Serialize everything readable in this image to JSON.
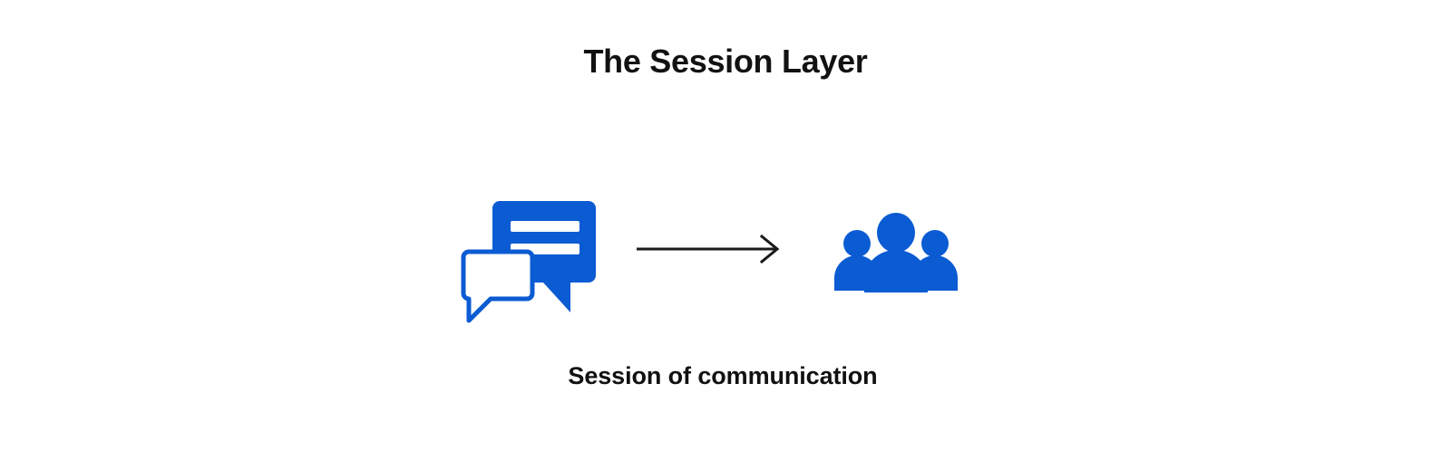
{
  "slide": {
    "background_color": "#ffffff",
    "title": "The Session Layer",
    "caption": "Session of communication"
  },
  "theme": {
    "accent_blue": "#0B5BD3",
    "title_color": "#121212",
    "caption_color": "#111111",
    "arrow_color": "#1A1A1A"
  },
  "diagram": {
    "type": "flow",
    "direction": "left-to-right",
    "nodes": [
      {
        "id": "chat",
        "icon": "chat-bubbles-icon",
        "label": "",
        "color": "#0B5BD3",
        "description": "Two overlapping speech bubbles: filled bubble with two message lines, outlined bubble"
      },
      {
        "id": "people",
        "icon": "people-group-icon",
        "label": "",
        "color": "#0B5BD3",
        "description": "Group of three people"
      }
    ],
    "connectors": [
      {
        "id": "chat-to-people",
        "from": "chat",
        "to": "people",
        "style": "solid",
        "arrowhead": "open",
        "color": "#1A1A1A",
        "label": ""
      }
    ]
  }
}
